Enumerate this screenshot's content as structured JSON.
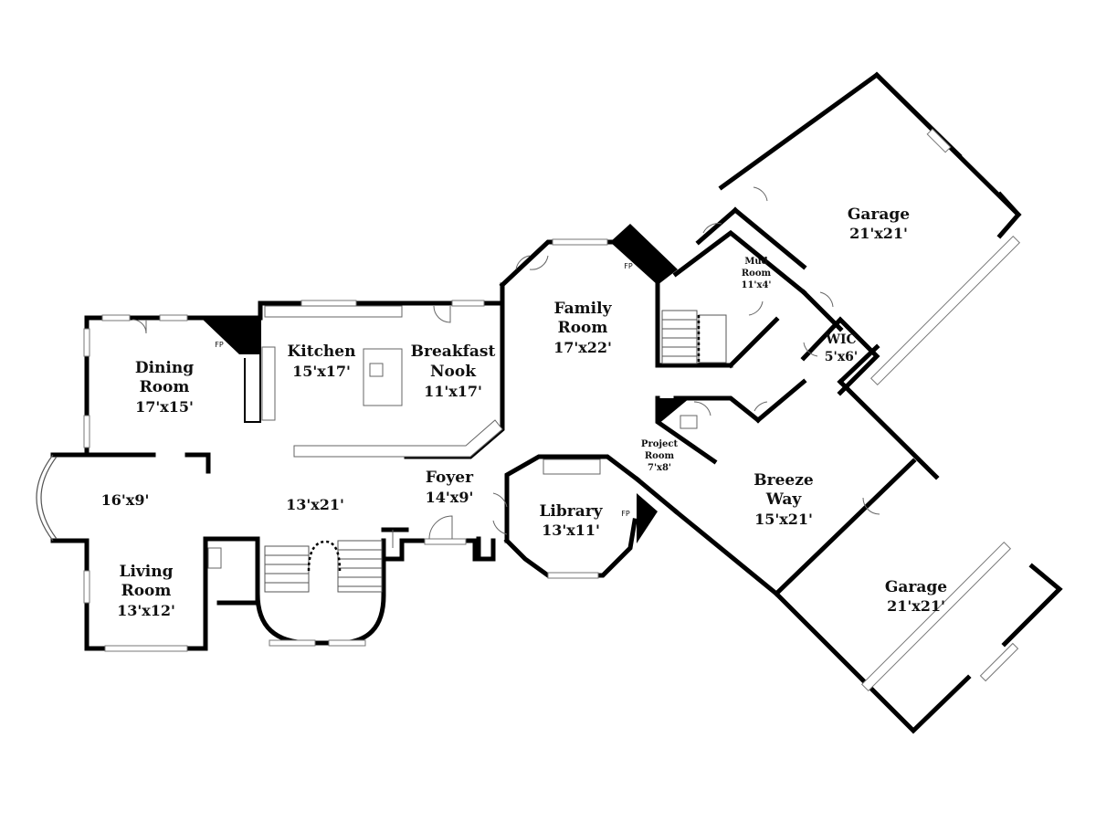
{
  "rooms": {
    "dining": {
      "name1": "Dining",
      "name2": "Room",
      "dim": "17'x15'"
    },
    "kitchen": {
      "name": "Kitchen",
      "dim": "15'x17'"
    },
    "breakfast": {
      "name1": "Breakfast",
      "name2": "Nook",
      "dim": "11'x17'"
    },
    "family": {
      "name1": "Family",
      "name2": "Room",
      "dim": "17'x22'"
    },
    "mud": {
      "name1": "Mud",
      "name2": "Room",
      "dim": "11'x4'"
    },
    "garage_top": {
      "name": "Garage",
      "dim": "21'x21'"
    },
    "wic": {
      "name": "WIC",
      "dim": "5'x6'"
    },
    "sitting": {
      "dim": "16'x9'"
    },
    "hall": {
      "dim": "13'x21'"
    },
    "foyer": {
      "name": "Foyer",
      "dim": "14'x9'"
    },
    "library": {
      "name": "Library",
      "dim": "13'x11'"
    },
    "project": {
      "name1": "Project",
      "name2": "Room",
      "dim": "7'x8'"
    },
    "breezeway": {
      "name1": "Breeze",
      "name2": "Way",
      "dim": "15'x21'"
    },
    "garage_bottom": {
      "name": "Garage",
      "dim": "21'x21'"
    },
    "living": {
      "name1": "Living",
      "name2": "Room",
      "dim": "13'x12'"
    }
  },
  "fireplace_label": "FP"
}
